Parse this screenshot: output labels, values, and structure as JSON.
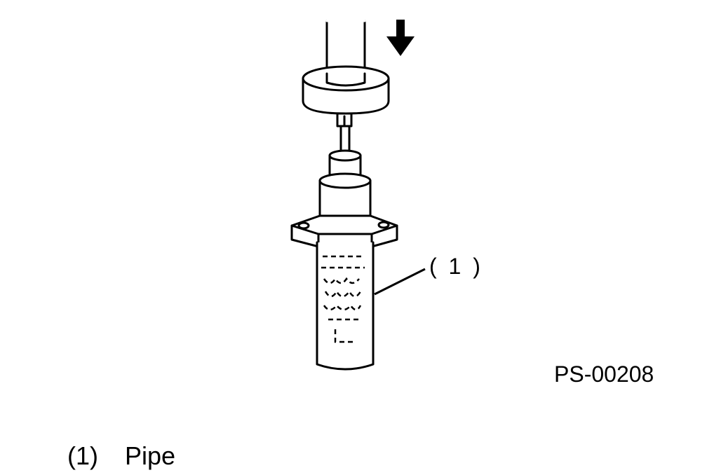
{
  "callout_label": "( 1 )",
  "figure_code": "PS-00208",
  "legend": {
    "number": "(1)",
    "name": "Pipe"
  },
  "icons": {
    "direction": "down-arrow-icon"
  }
}
